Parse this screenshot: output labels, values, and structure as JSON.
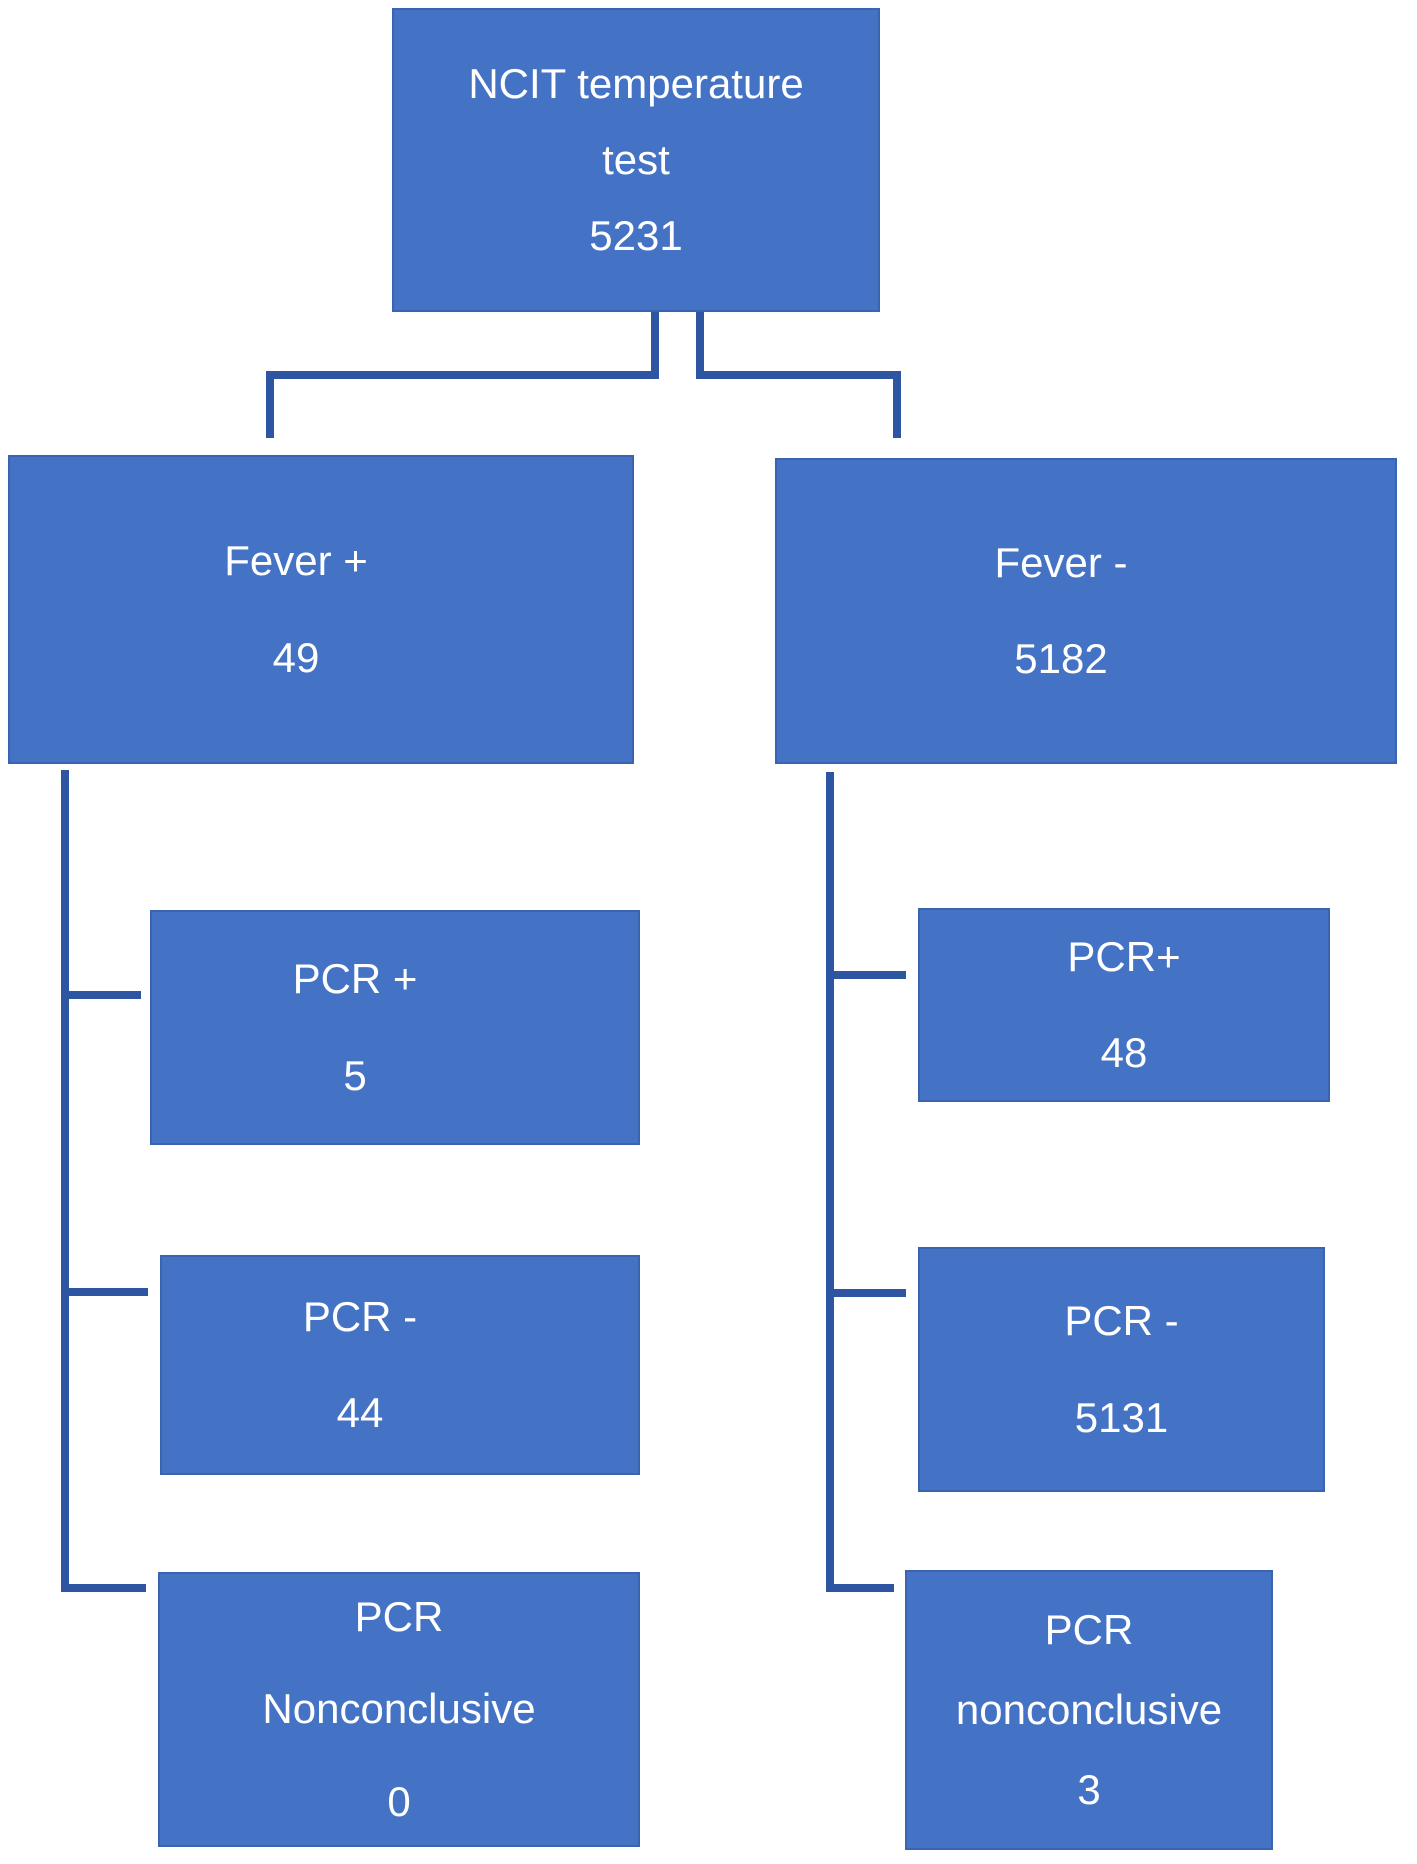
{
  "diagram": {
    "nodes": {
      "root": {
        "line1": "NCIT temperature",
        "line2": "test",
        "count": "5231"
      },
      "fever_pos": {
        "label": "Fever +",
        "count": "49"
      },
      "fever_neg": {
        "label": "Fever -",
        "count": "5182"
      },
      "fp_pcr_pos": {
        "label": "PCR +",
        "count": "5"
      },
      "fp_pcr_neg": {
        "label": "PCR -",
        "count": "44"
      },
      "fp_pcr_non": {
        "line1": "PCR",
        "line2": "Nonconclusive",
        "count": "0"
      },
      "fn_pcr_pos": {
        "label": "PCR+",
        "count": "48"
      },
      "fn_pcr_neg": {
        "label": "PCR -",
        "count": "5131"
      },
      "fn_pcr_non": {
        "line1": "PCR",
        "line2": "nonconclusive",
        "count": "3"
      }
    },
    "colors": {
      "box_fill": "#4472c4",
      "box_border": "#3a64af",
      "connector": "#2e55a2",
      "text": "#ffffff",
      "background": "#ffffff"
    }
  }
}
